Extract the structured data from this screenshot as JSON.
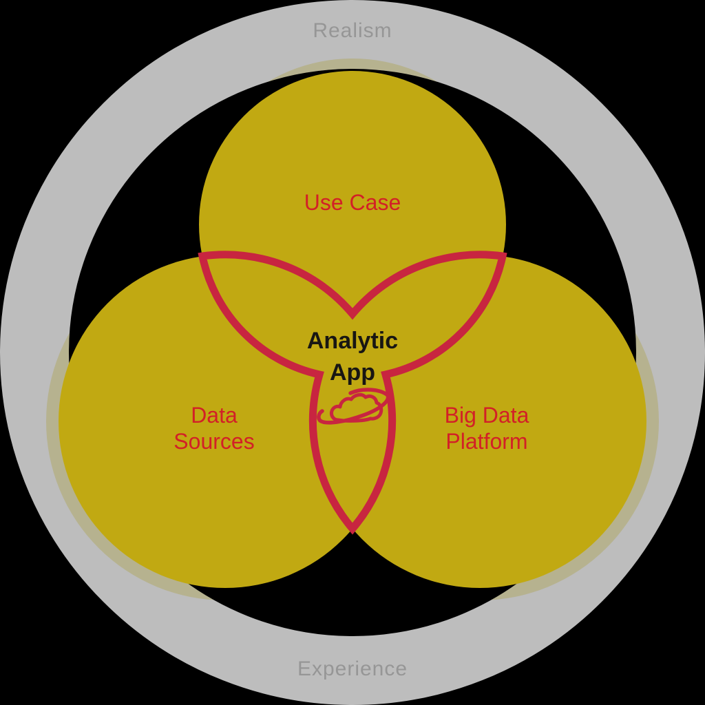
{
  "ring": {
    "top_label": "Realism",
    "bottom_label": "Experience"
  },
  "circles": {
    "top": {
      "label": "Use Case"
    },
    "left": {
      "label_line1": "Data",
      "label_line2": "Sources"
    },
    "right": {
      "label_line1": "Big Data",
      "label_line2": "Platform"
    }
  },
  "center": {
    "title_line1": "Analytic",
    "title_line2": "App",
    "icon": "cloud-orbit"
  },
  "colors": {
    "background": "#000000",
    "ring_gray": "#bdbdbd",
    "ring_label_gray": "#969696",
    "circle_yellow": "#c1a912",
    "halo_tint": "#a89a30",
    "label_red": "#d22027",
    "outline_red": "#c82540",
    "center_text": "#181613"
  }
}
